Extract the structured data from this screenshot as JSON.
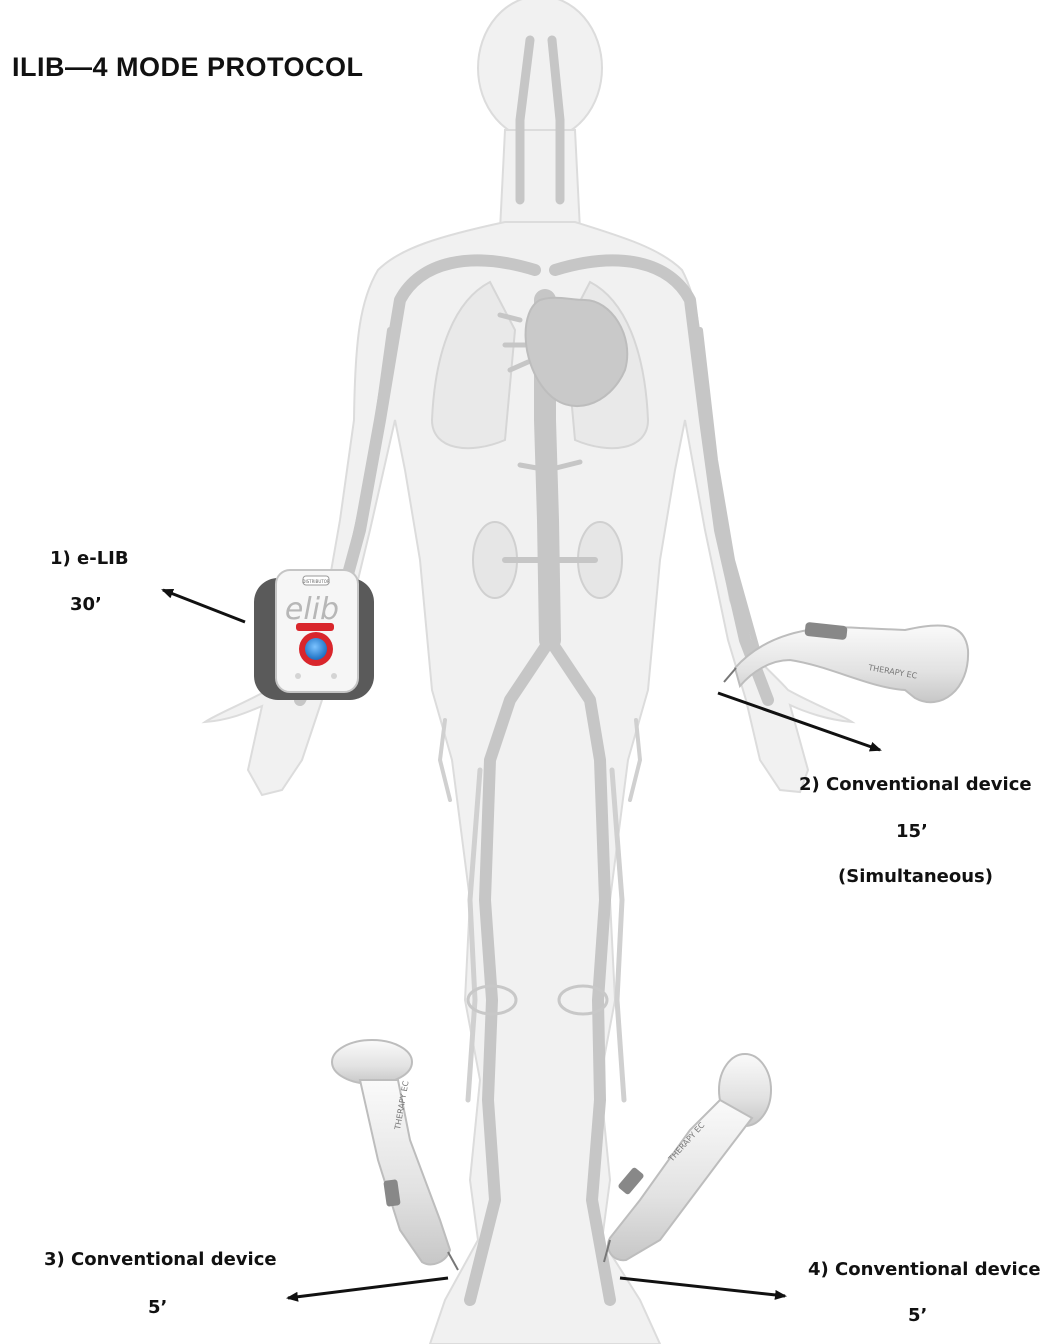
{
  "title": "ILIB—4  MODE PROTOCOL",
  "labels": {
    "l1_name": "1) e-LIB",
    "l1_time": "30’",
    "l2_name": "2) Conventional device",
    "l2_time": "15’",
    "l2_note": "(Simultaneous)",
    "l3_name": "3) Conventional device",
    "l3_time": "5’",
    "l4_name": "4) Conventional device",
    "l4_time": "5’"
  },
  "devices": {
    "elib_logo": "elib",
    "elib_badge": "DISTRIBUTOR",
    "probe_brand": "THERAPY EC"
  },
  "colors": {
    "body": "#f0f0f0",
    "body_outline": "#dcdcdc",
    "vessel": "#c9c9c9",
    "vessel_dark": "#bdbdbd",
    "accent_red": "#d9262c",
    "accent_blue": "#2f8fe0",
    "arrow": "#111111"
  }
}
